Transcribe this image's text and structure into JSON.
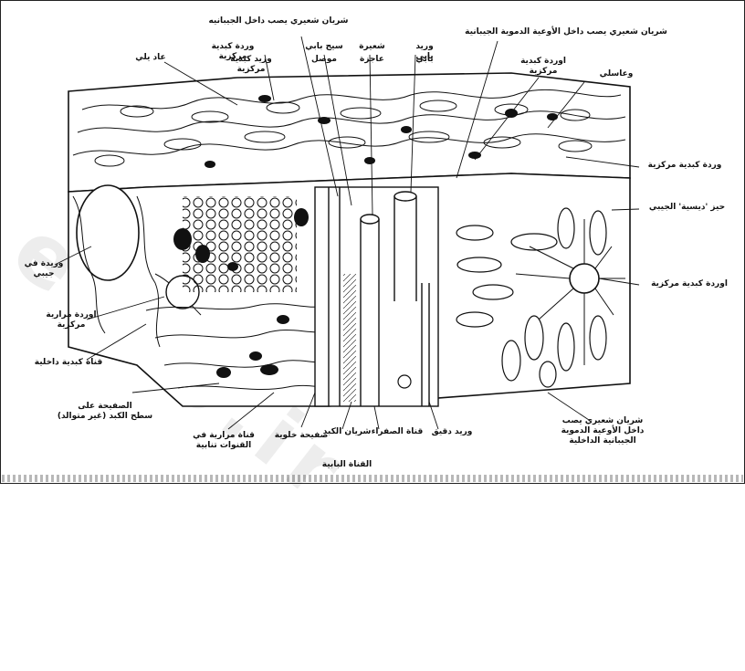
{
  "watermark_text": "e-lib.ir",
  "labels": {
    "sinusoidal_arteriole_top": "شريان شعيري يصب داخل الجيبانيه",
    "central_vein_top": "وريد كبدية مركزية",
    "portal_sinusoid": "سيج بابي",
    "bile_ductule": "شعيرة",
    "portal_vein": "وريد بابي",
    "artery_capillary_sinusoids": "شريان شعيري يصب داخل الأوعية الدموية الجيبانية",
    "central_vein_right_top": "اوردة كبدية مركزية",
    "vessel_top_left": "عاد يلي",
    "central_vein_upper_left": "وردة كبدية مركزية",
    "connective": "موصل",
    "bile_canaliculus": "عاجزة",
    "portal_vein_label": "بابي",
    "kupffer": "وعاسلي",
    "central_vein_right": "وردة كبدية مركزية",
    "disse_space": "حيز 'ديسية' الجيبي",
    "central_vein_right_low": "اوردة كبدية مركزية",
    "vein_left": "وريدة في\nجيبي",
    "central_vein_left": "اوردة مرارية\nمركزية",
    "inner_channel": "قناة كبدية داخلية",
    "plates_on_surface": "الصفيحة على\nسطح الكبد (غير متوالد)",
    "bile_tubules": "قناة مرارية في\nالقنوات تنابية",
    "hepatocyte_plate": "صفيحة خلوية",
    "hepatic_artery": "شريان الكبد",
    "bile_duct": "قناة الصفراء",
    "small_vein": "وريد دقيق",
    "arterial_capillary_inner": "شريان شعيري يصب\nداخل الأوعية الدموية\nالجيبانية الداخلية",
    "portal_canal": "القناة البابية"
  },
  "colors": {
    "ink": "#111111",
    "paper": "#ffffff"
  }
}
